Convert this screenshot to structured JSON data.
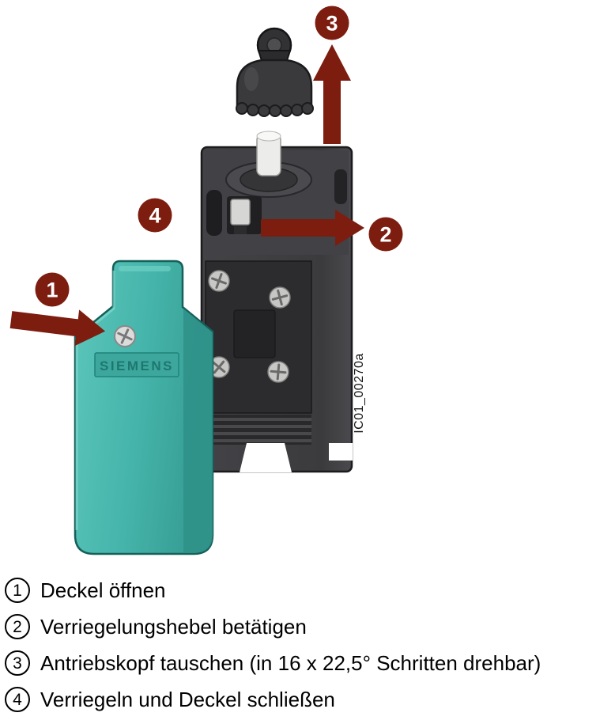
{
  "figure": {
    "badge_1": "1",
    "badge_2": "2",
    "badge_3": "3",
    "badge_4": "4",
    "brand_label": "SIEMENS",
    "figure_id": "IC01_00270a"
  },
  "legend": {
    "items": [
      {
        "num": "1",
        "text": "Deckel öffnen"
      },
      {
        "num": "2",
        "text": "Verriegelungshebel betätigen"
      },
      {
        "num": "3",
        "text": "Antriebskopf tauschen (in 16 x 22,5° Schritten drehbar)"
      },
      {
        "num": "4",
        "text": "Verriegeln und Deckel schließen"
      }
    ]
  },
  "colors": {
    "accent": "#7c1d10",
    "teal": "#45b4aa",
    "switch_gray": "#3b3b3d"
  }
}
